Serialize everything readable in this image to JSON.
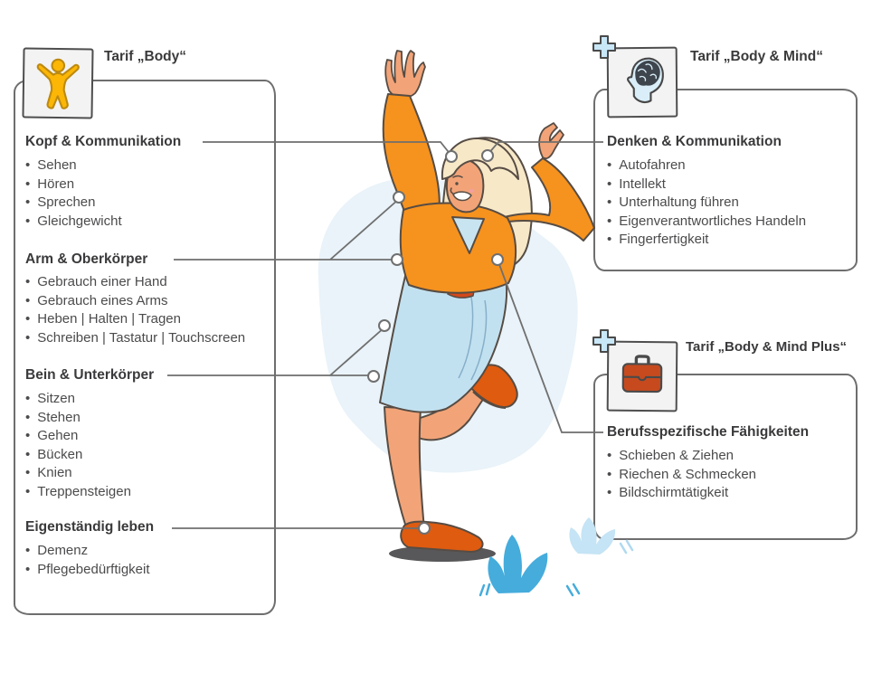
{
  "figure": {
    "tariffs": [
      {
        "id": "body",
        "title": "Tarif „Body“",
        "icon": "person-arms-up-icon",
        "sections": [
          {
            "heading": "Kopf & Kommunikation",
            "items": [
              "Sehen",
              "Hören",
              "Sprechen",
              "Gleichgewicht"
            ]
          },
          {
            "heading": "Arm & Oberkörper",
            "items": [
              "Gebrauch einer Hand",
              "Gebrauch eines Arms",
              "Heben | Halten | Tragen",
              "Schreiben | Tastatur | Touchscreen"
            ]
          },
          {
            "heading": "Bein & Unterkörper",
            "items": [
              "Sitzen",
              "Stehen",
              "Gehen",
              "Bücken",
              "Knien",
              "Treppensteigen"
            ]
          },
          {
            "heading": "Eigenständig leben",
            "items": [
              "Demenz",
              "Pflegebedürftigkeit"
            ]
          }
        ]
      },
      {
        "id": "body_mind",
        "title": "Tarif „Body & Mind“",
        "icon": "head-brain-icon",
        "sections": [
          {
            "heading": "Denken & Kommunikation",
            "items": [
              "Autofahren",
              "Intellekt",
              "Unterhaltung führen",
              "Eigenverantwortliches Handeln",
              "Fingerfertigkeit"
            ]
          }
        ]
      },
      {
        "id": "body_mind_plus",
        "title": "Tarif „Body & Mind Plus“",
        "icon": "briefcase-icon",
        "sections": [
          {
            "heading": "Berufsspezifische Fähigkeiten",
            "items": [
              "Schieben & Ziehen",
              "Riechen & Schmecken",
              "Bildschirmtätigkeit"
            ]
          }
        ]
      }
    ],
    "colors": {
      "sweater_orange": "#F6921E",
      "shoe_orange": "#DF5B10",
      "skirt_blue": "#C2E1F0",
      "blob_blue": "#E9F3F9",
      "plant_blue": "#45ACDC",
      "plant_light_blue": "#C5E4F5",
      "connector_gray": "#6F6F6F",
      "heading_text": "#3A3A3C",
      "body_text": "#4B4B4D",
      "icon_yellow": "#FBB606",
      "briefcase_red": "#C64A1E",
      "plus_blue": "#C8E7F7"
    }
  }
}
